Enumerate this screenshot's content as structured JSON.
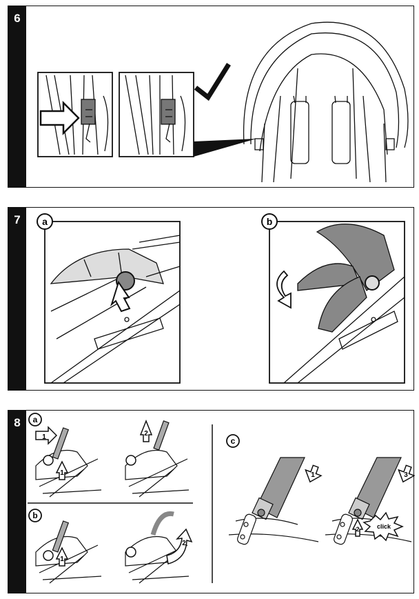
{
  "steps": [
    {
      "number": "6"
    },
    {
      "number": "7",
      "subfigures": [
        {
          "label": "a"
        },
        {
          "label": "b"
        }
      ]
    },
    {
      "number": "8",
      "subfigures": [
        {
          "label": "a"
        },
        {
          "label": "b"
        },
        {
          "label": "c"
        }
      ]
    }
  ],
  "step8": {
    "arrow_a1": "1",
    "arrow_a1b": "1",
    "arrow_a2": "2",
    "arrow_b1": "1",
    "arrow_b2": "2",
    "arrow_c1": "1",
    "arrow_c2": "2",
    "arrow_c3": "3",
    "click_text": "click"
  }
}
